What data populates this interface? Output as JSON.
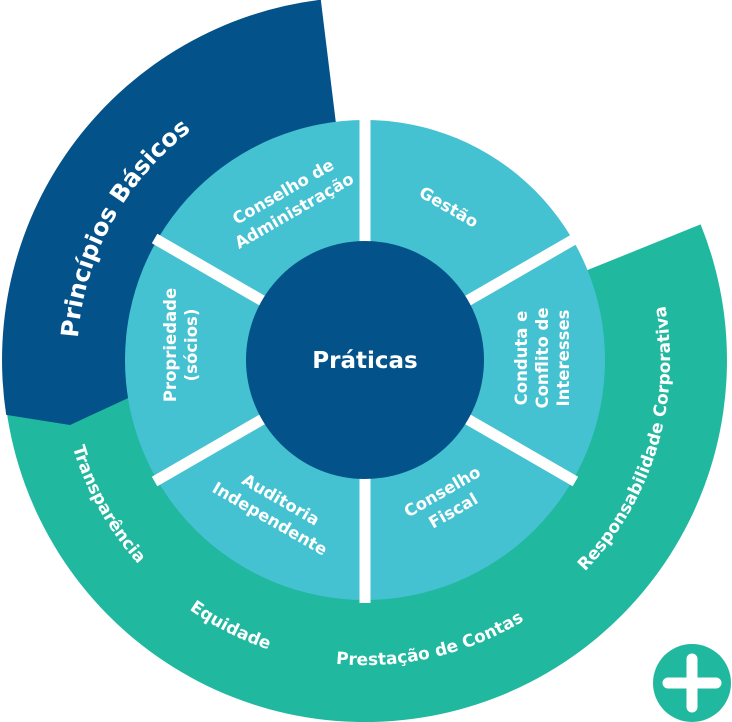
{
  "colors": {
    "dark_blue": "#03528a",
    "teal": "#45c2d1",
    "green": "#20b89f",
    "white": "#ffffff"
  },
  "center": {
    "label": "Práticas"
  },
  "principios": {
    "label": "Princípios Básicos"
  },
  "inner_segments": {
    "conselho_adm": [
      "Conselho de",
      "Administração"
    ],
    "gestao": [
      "Gestão"
    ],
    "conduta": [
      "Conduta e",
      "Conflito de",
      "Interesses"
    ],
    "conselho_fiscal": [
      "Conselho",
      "Fiscal"
    ],
    "auditoria": [
      "Auditoria",
      "Independente"
    ],
    "propriedade": [
      "Propriedade",
      "(sócios)"
    ]
  },
  "outer_ring": {
    "transparencia": "Transparência",
    "equidade": "Equidade",
    "prestacao": "Prestação de Contas",
    "responsabilidade": "Responsabilidade Corporativa"
  },
  "expand_button": {
    "icon": "plus-icon"
  }
}
